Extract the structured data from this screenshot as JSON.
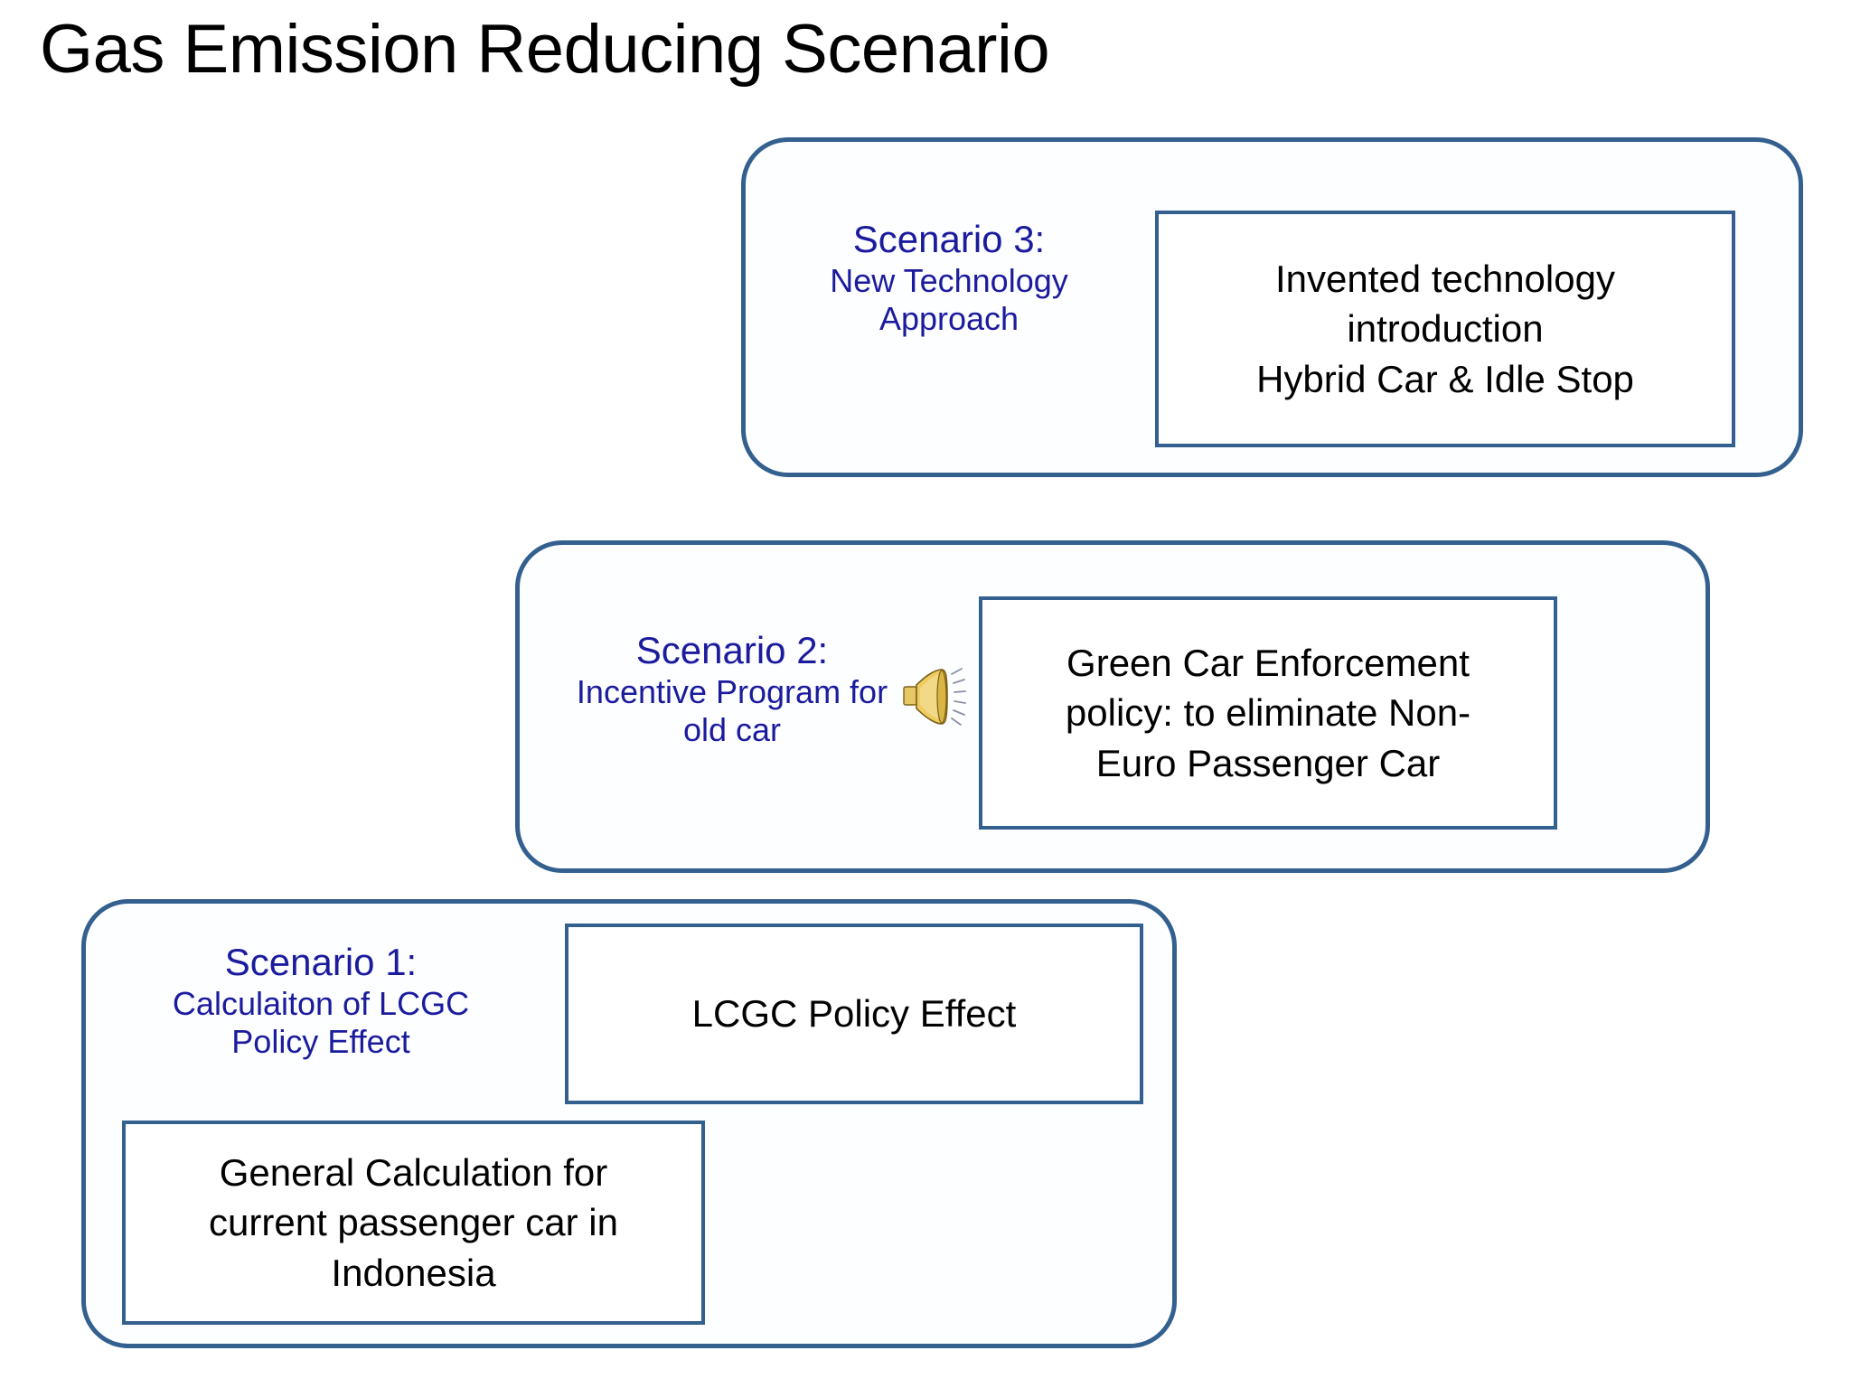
{
  "slide": {
    "title": "Gas Emission Reducing Scenario",
    "background_color": "#ffffff",
    "accent_border_color": "#33608f",
    "caption_text_color": "#1b1b9e",
    "body_text_color": "#000000"
  },
  "scenarios": [
    {
      "id": "scenario-3",
      "caption_head": "Scenario 3:",
      "caption_sub_line1": "New Technology",
      "caption_sub_line2": "Approach",
      "detail_line1": "Invented technology",
      "detail_line2": "introduction",
      "detail_line3": "Hybrid Car & Idle Stop"
    },
    {
      "id": "scenario-2",
      "caption_head": "Scenario 2:",
      "caption_sub_line1": "Incentive Program for",
      "caption_sub_line2": "old car",
      "detail_line1": "Green Car Enforcement",
      "detail_line2": "policy: to eliminate Non-",
      "detail_line3": "Euro Passenger Car"
    },
    {
      "id": "scenario-1",
      "caption_head": "Scenario 1:",
      "caption_sub_line1": "Calculaiton of LCGC",
      "caption_sub_line2": "Policy Effect",
      "detail_primary": "LCGC Policy Effect",
      "detail_secondary_line1": "General Calculation for",
      "detail_secondary_line2": "current passenger car in",
      "detail_secondary_line3": "Indonesia"
    }
  ],
  "icons": {
    "speaker": {
      "name": "speaker-sound-icon",
      "body_color": "#d8b43c",
      "cone_color": "#f2d46b",
      "outline_color": "#8a6b18",
      "wave_color": "#8d8ea8"
    }
  }
}
